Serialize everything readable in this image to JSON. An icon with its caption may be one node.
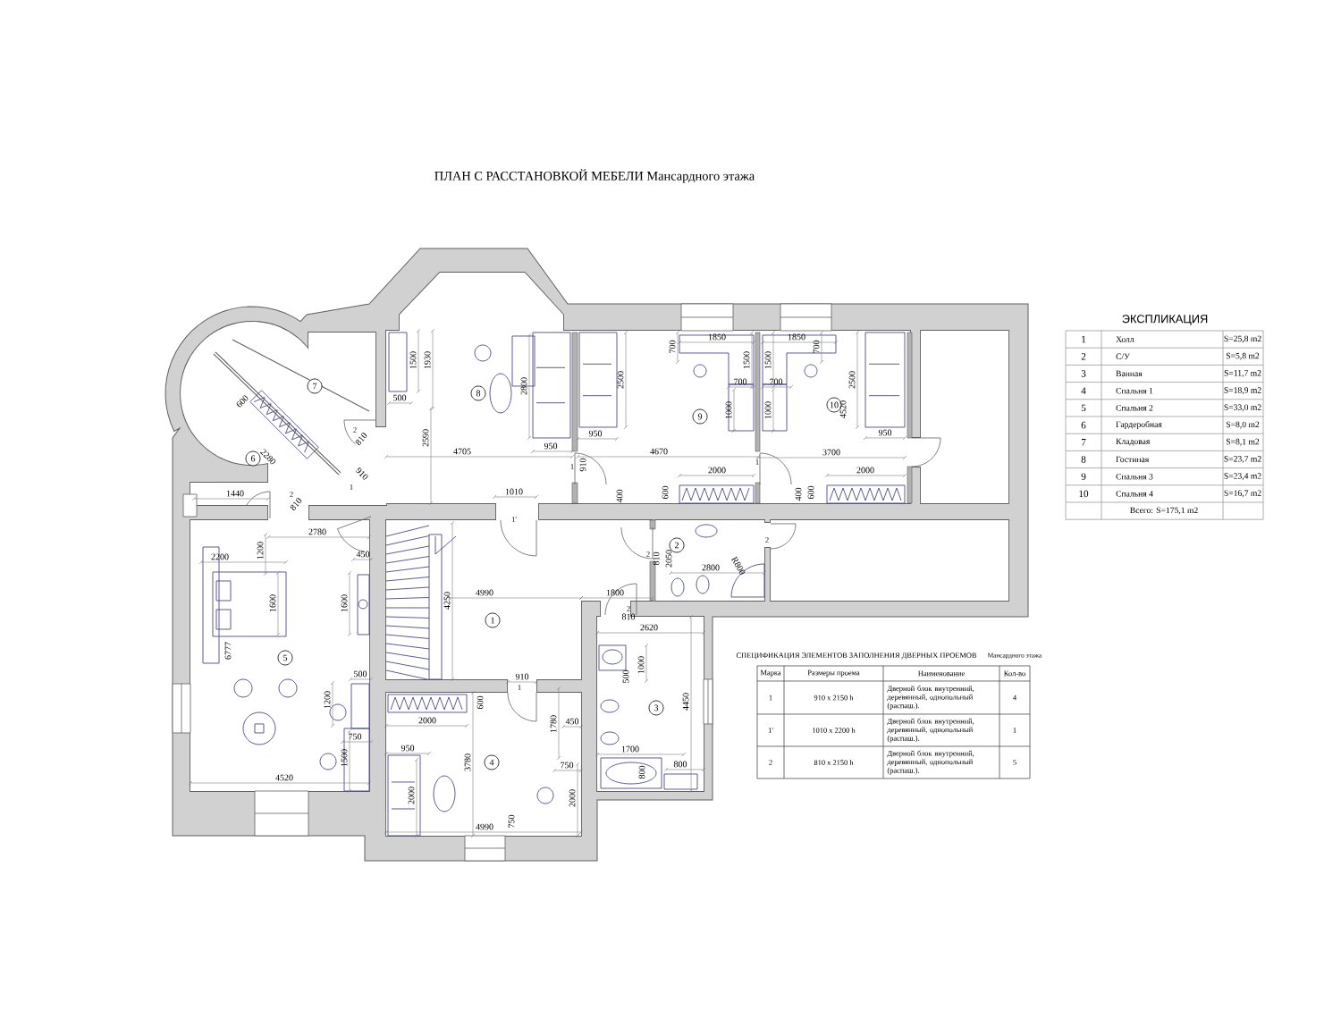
{
  "diagram": {
    "title": "ПЛАН С РАССТАНОВКОЙ МЕБЕЛИ Мансардного этажа",
    "nodes": [
      {
        "text": [
          "7"
        ]
      },
      {
        "text": [
          "8"
        ]
      },
      {
        "text": [
          "10"
        ]
      },
      {
        "text": [
          "9"
        ]
      },
      {
        "text": [
          "6"
        ]
      },
      {
        "text": [
          "2"
        ]
      },
      {
        "text": [
          "1"
        ]
      },
      {
        "text": [
          "5"
        ]
      },
      {
        "text": [
          "3"
        ]
      },
      {
        "text": [
          "4"
        ]
      }
    ],
    "labels": [
      "1500",
      "1930",
      "500",
      "600",
      "2280",
      "2",
      "810",
      "2590",
      "2800",
      "2500",
      "950",
      "950",
      "4705",
      "4670",
      "1",
      "910",
      "700",
      "1850",
      "1500",
      "700",
      "1000",
      "1850",
      "1500",
      "700",
      "700",
      "1000",
      "2500",
      "4520",
      "950",
      "3700",
      "1",
      "2000",
      "2000",
      "400",
      "600",
      "400",
      "600",
      "1440",
      "910",
      "1",
      "2",
      "810",
      "1010",
      "1'",
      "2780",
      "2",
      "2",
      "810",
      "2050",
      "2800",
      "R800",
      "2200",
      "1200",
      "450",
      "1600",
      "1600",
      "4990",
      "1800",
      "4250",
      "2",
      "810",
      "2620",
      "6777",
      "1000",
      "500",
      "500",
      "910",
      "1",
      "1200",
      "600",
      "4450",
      "2000",
      "1780",
      "450",
      "750",
      "950",
      "1700",
      "3780",
      "750",
      "1500",
      "800",
      "800",
      "4520",
      "2000",
      "2000",
      "750",
      "4990",
      "ЭКСПЛИКАЦИЯ",
      "1",
      "Холл",
      "S=25,8 m2",
      "2",
      "С/У",
      "S=5,8 m2",
      "3",
      "Ванная",
      "S=11,7 m2",
      "4",
      "Спальня 1",
      "S=18,9 m2",
      "5",
      "Спальня 2",
      "S=33,0 m2",
      "6",
      "Гардеробная",
      "S=8,0 m2",
      "7",
      "Кладовая",
      "S=8,1 m2",
      "8",
      "Гостиная",
      "S=23,7 m2",
      "9",
      "Спальня 3",
      "S=23,4 m2",
      "10",
      "Спальня 4",
      "S=16,7 m2",
      "Всего: S=175,1 m2",
      "СПЕЦИФИКАЦИЯ ЭЛЕМЕНТОВ ЗАПОЛНЕНИЯ ДВЕРНЫХ ПРОЕМОВ",
      "Мансардного этажа",
      "Марка",
      "Размеры проема",
      "Наименование",
      "Кол-во",
      "1",
      "910 x 2150 h",
      "Дверной блок внутренний, деревянный, однопольный (распаш.).",
      "4",
      "1'",
      "1010 x 2200 h",
      "Дверной блок внутренний, деревянный, однопольный (распаш.).",
      "1",
      "2",
      "810 x 2150 h",
      "Дверной блок внутренний, деревянный, однопольный (распаш.).",
      "5"
    ]
  }
}
